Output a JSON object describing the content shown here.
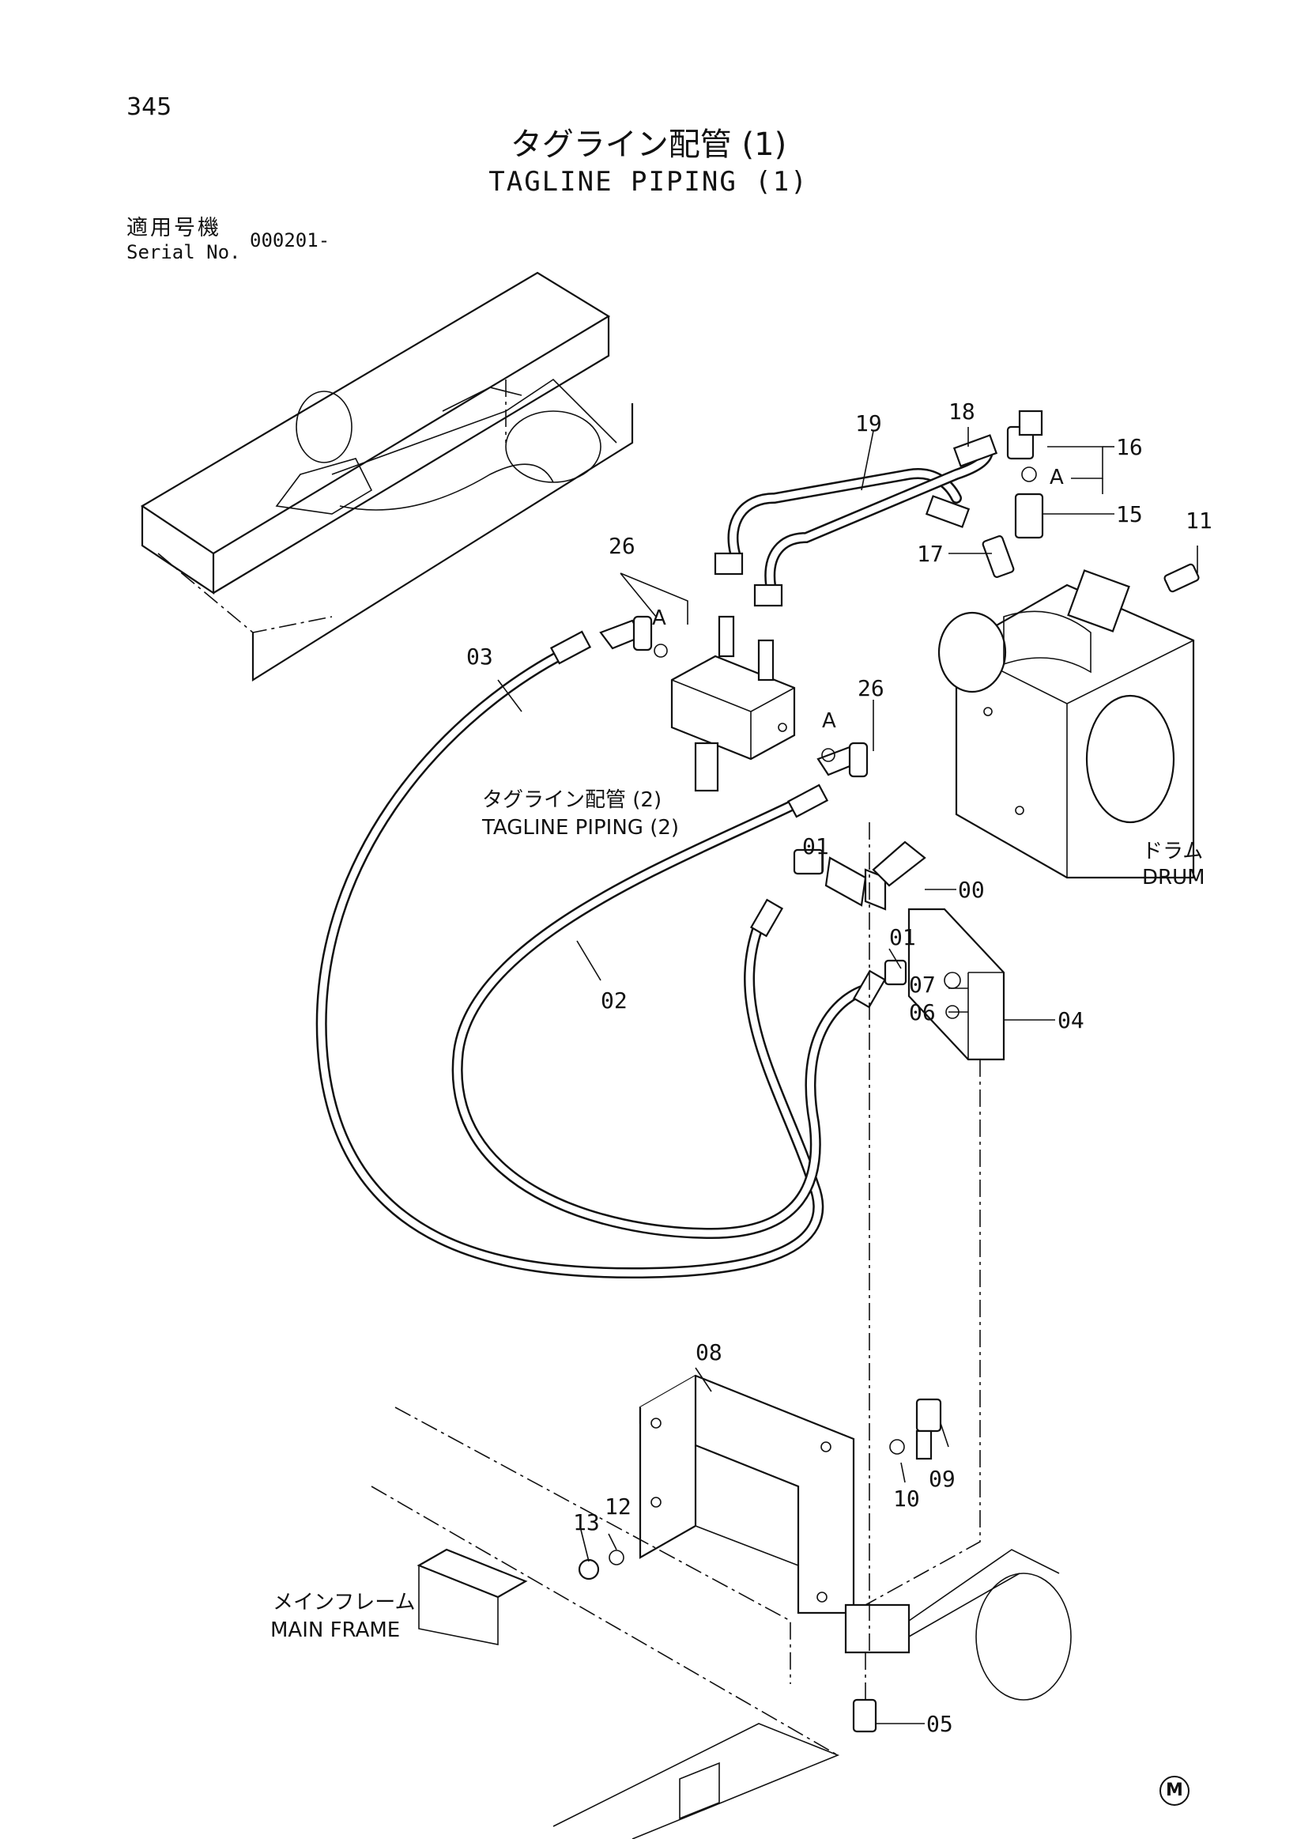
{
  "page": {
    "number": "345",
    "title_ja": "タグライン配管 (1)",
    "title_en": "TAGLINE PIPING (1)",
    "serial_label_ja": "適用号機",
    "serial_label_en": "Serial No.",
    "serial_value": "000201-",
    "footer_mark": "M"
  },
  "labels": {
    "ref_ja": "タグライン配管 (2)",
    "ref_en": "TAGLINE PIPING (2)",
    "drum_ja": "ドラム",
    "drum_en": "DRUM",
    "frame_ja": "メインフレーム",
    "frame_en": "MAIN FRAME",
    "detail_a": "A"
  },
  "callouts": {
    "p00": "00",
    "p01": "01",
    "p02": "02",
    "p03": "03",
    "p04": "04",
    "p05": "05",
    "p06": "06",
    "p07": "07",
    "p08": "08",
    "p09": "09",
    "p10": "10",
    "p11": "11",
    "p12": "12",
    "p13": "13",
    "p15": "15",
    "p16": "16",
    "p17": "17",
    "p18": "18",
    "p19": "19",
    "p26": "26"
  }
}
